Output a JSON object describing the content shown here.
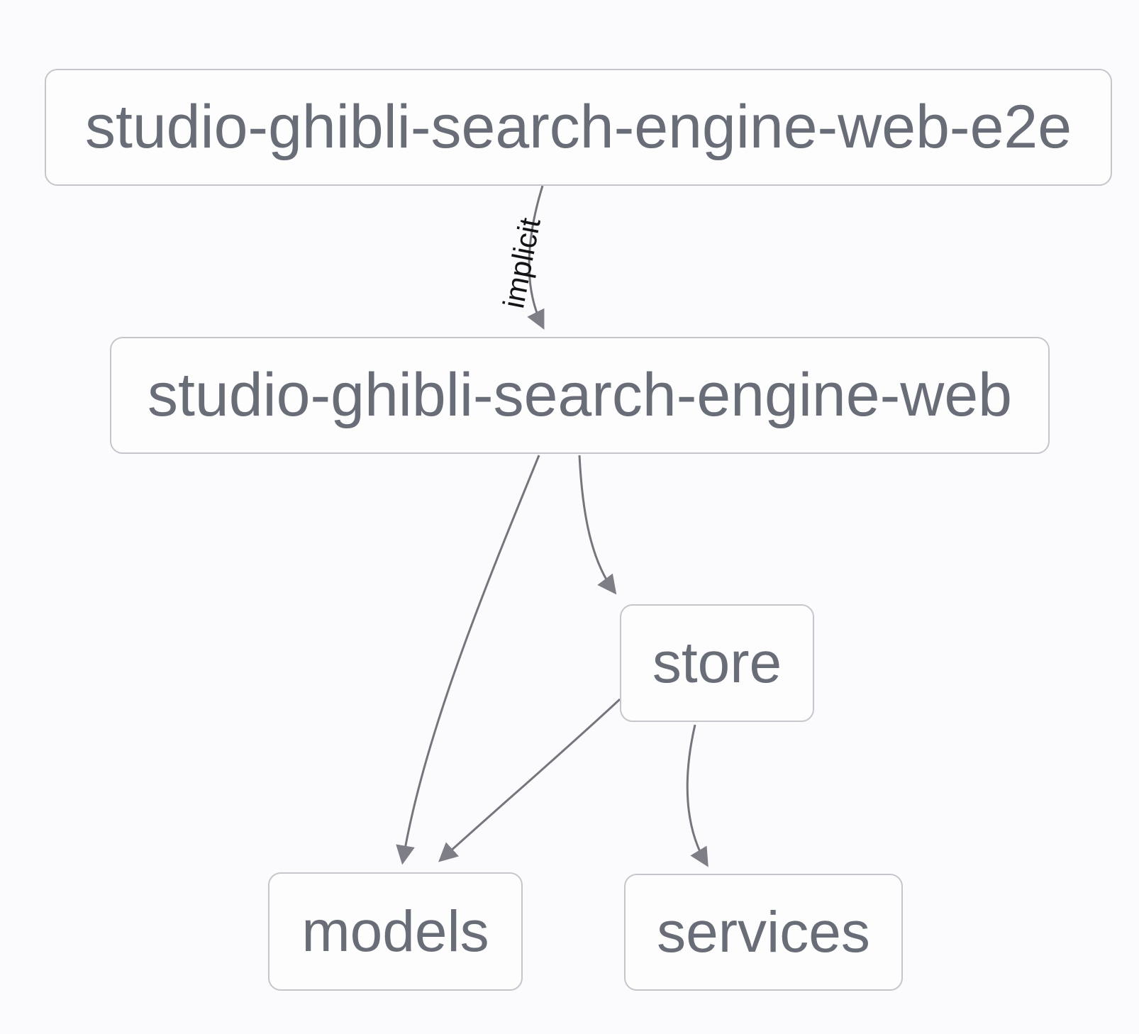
{
  "diagram": {
    "type": "dependency-graph",
    "nodes": [
      {
        "id": "studio-ghibli-search-engine-web-e2e",
        "label": "studio-ghibli-search-engine-web-e2e"
      },
      {
        "id": "studio-ghibli-search-engine-web",
        "label": "studio-ghibli-search-engine-web"
      },
      {
        "id": "store",
        "label": "store"
      },
      {
        "id": "models",
        "label": "models"
      },
      {
        "id": "services",
        "label": "services"
      }
    ],
    "edges": [
      {
        "from": "studio-ghibli-search-engine-web-e2e",
        "to": "studio-ghibli-search-engine-web",
        "label": "implicit"
      },
      {
        "from": "studio-ghibli-search-engine-web",
        "to": "models"
      },
      {
        "from": "studio-ghibli-search-engine-web",
        "to": "store"
      },
      {
        "from": "store",
        "to": "models"
      },
      {
        "from": "store",
        "to": "services"
      }
    ],
    "colors": {
      "background": "#fbfafd",
      "node_fill": "#fdfdfe",
      "node_border": "#c6c5cb",
      "node_text": "#696d78",
      "edge_stroke": "#75757e",
      "arrowhead_fill": "#7e7e87",
      "edge_label_text": "#131316"
    }
  }
}
